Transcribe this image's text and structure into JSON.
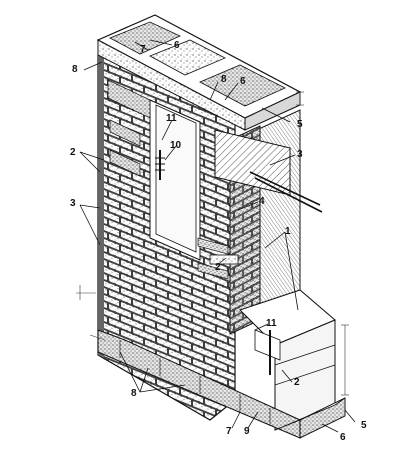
{
  "figure": {
    "callouts": [
      {
        "id": "c6-top",
        "text": "6"
      },
      {
        "id": "c7-top",
        "text": "7"
      },
      {
        "id": "c8-top-left",
        "text": "8"
      },
      {
        "id": "c8-top-mid",
        "text": "8"
      },
      {
        "id": "c6-top-right",
        "text": "6"
      },
      {
        "id": "c5-top",
        "text": "5"
      },
      {
        "id": "c11-top",
        "text": "11"
      },
      {
        "id": "c10",
        "text": "10"
      },
      {
        "id": "c2-upper",
        "text": "2"
      },
      {
        "id": "c3-left",
        "text": "3"
      },
      {
        "id": "c3-right",
        "text": "3"
      },
      {
        "id": "c4",
        "text": "4"
      },
      {
        "id": "c1",
        "text": "1"
      },
      {
        "id": "c2-mid",
        "text": "2"
      },
      {
        "id": "c11-bottom",
        "text": "11"
      },
      {
        "id": "c2-lower",
        "text": "2"
      },
      {
        "id": "c8-bottom",
        "text": "8"
      },
      {
        "id": "c7-bottom",
        "text": "7"
      },
      {
        "id": "c9",
        "text": "9"
      },
      {
        "id": "c6-bottom",
        "text": "6"
      },
      {
        "id": "c5-bottom",
        "text": "5"
      }
    ]
  }
}
